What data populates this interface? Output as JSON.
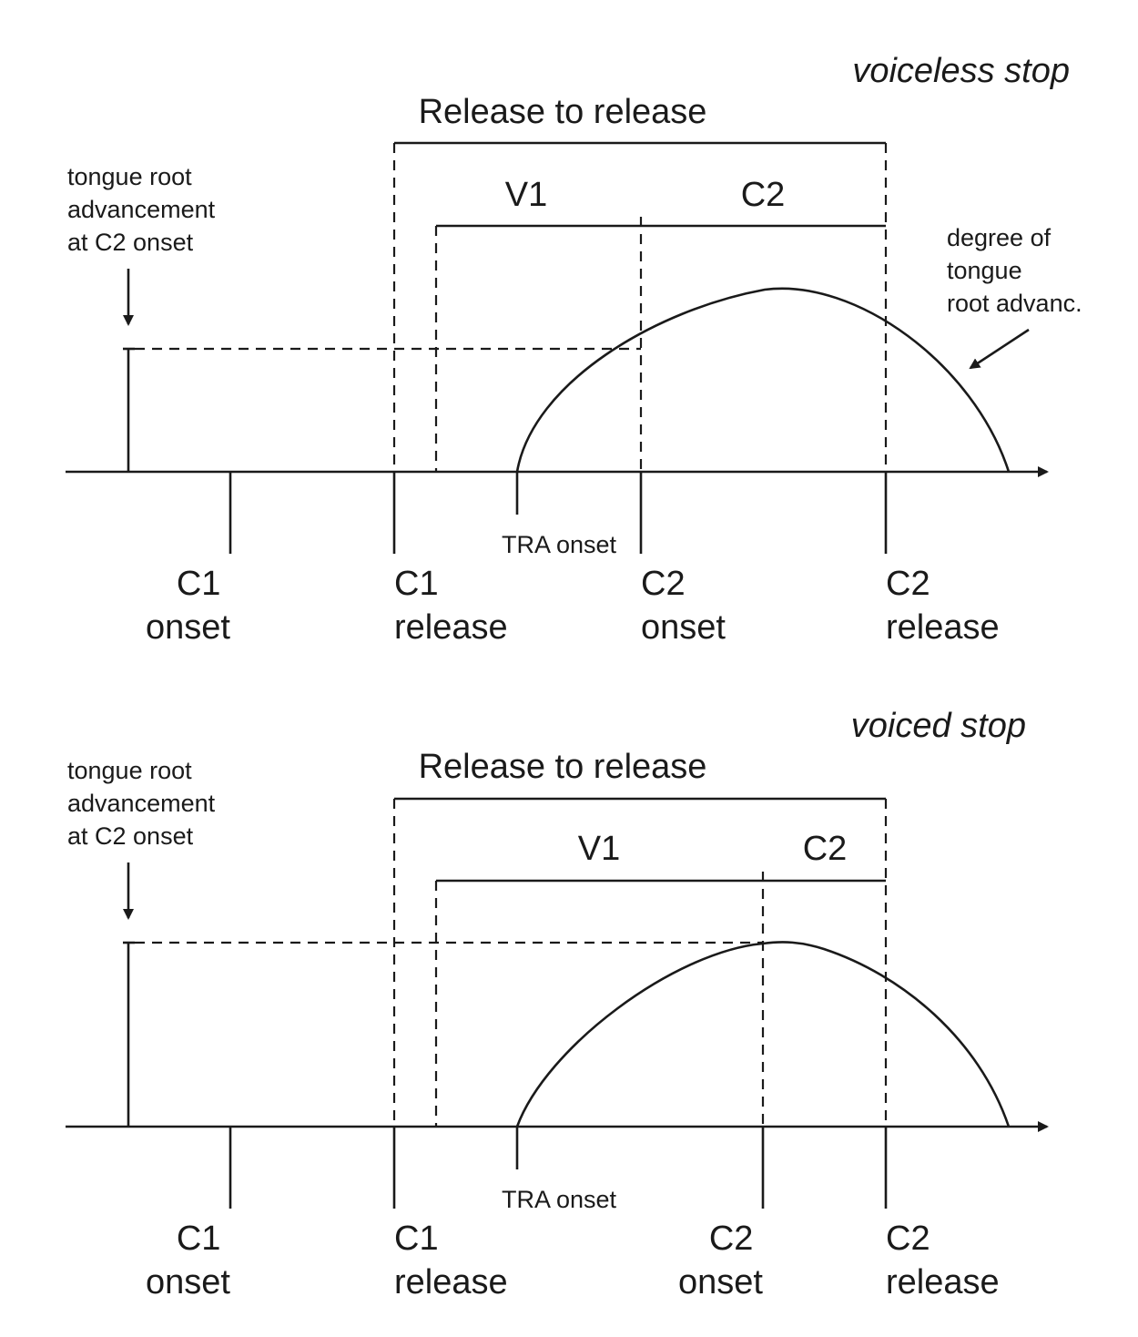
{
  "panels": [
    {
      "title": "voiceless stop",
      "interval_top": "Release to release",
      "v1_label": "V1",
      "c2_label": "C2",
      "left_annotation": [
        "tongue root",
        "advancement",
        "at C2 onset"
      ],
      "right_annotation": [
        "degree of",
        "tongue",
        "root advanc."
      ],
      "tra_onset": "TRA onset",
      "ticks": [
        {
          "line1": "C1",
          "line2": "onset"
        },
        {
          "line1": "C1",
          "line2": "release"
        },
        {
          "line1": "C2",
          "line2": "onset"
        },
        {
          "line1": "C2",
          "line2": "release"
        }
      ]
    },
    {
      "title": "voiced stop",
      "interval_top": "Release to release",
      "v1_label": "V1",
      "c2_label": "C2",
      "left_annotation": [
        "tongue root",
        "advancement",
        "at C2 onset"
      ],
      "tra_onset": "TRA onset",
      "ticks": [
        {
          "line1": "C1",
          "line2": "onset"
        },
        {
          "line1": "C1",
          "line2": "release"
        },
        {
          "line1": "C2",
          "line2": "onset"
        },
        {
          "line1": "C2",
          "line2": "release"
        }
      ]
    }
  ]
}
